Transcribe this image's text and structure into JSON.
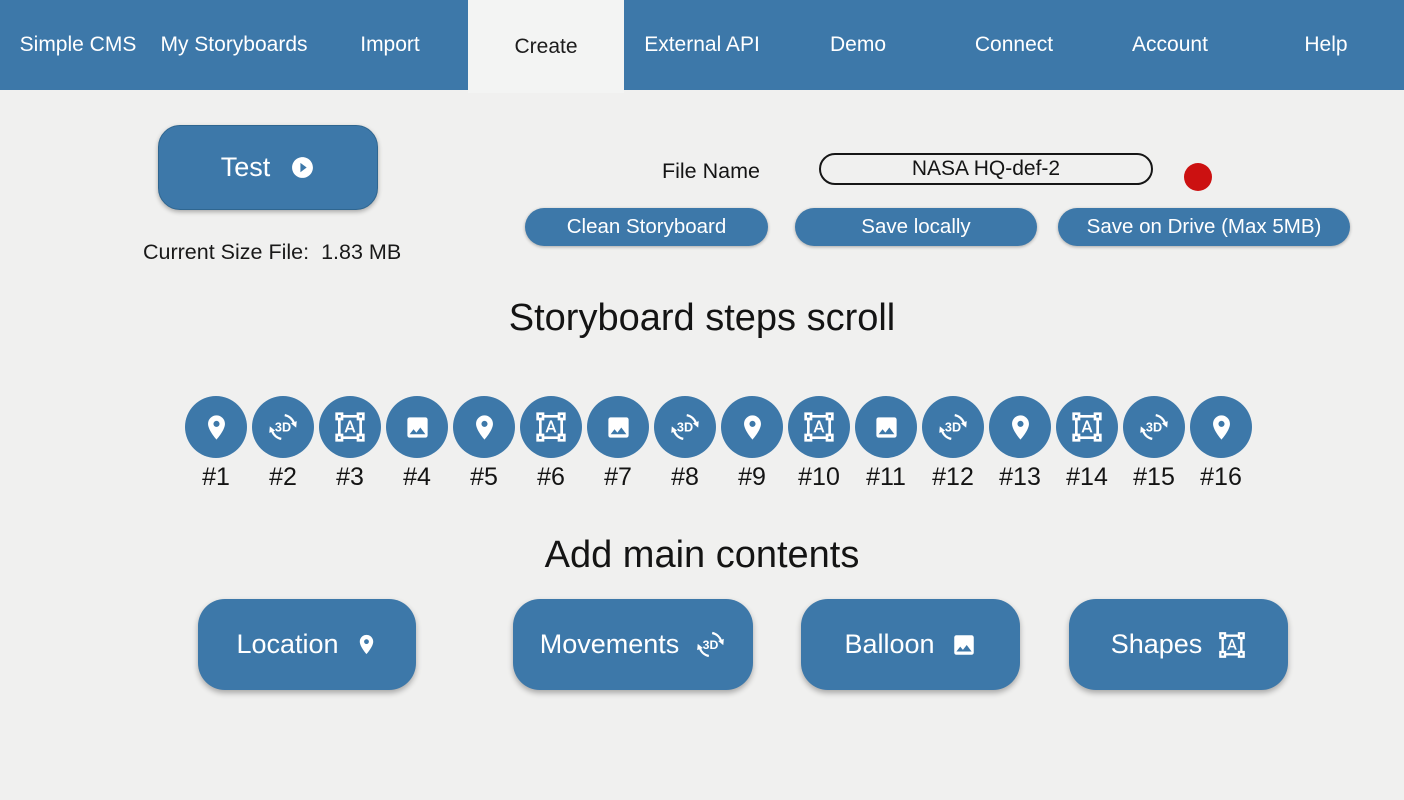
{
  "nav": {
    "items": [
      {
        "label": "Simple CMS",
        "active": false
      },
      {
        "label": "My Storyboards",
        "active": false
      },
      {
        "label": "Import",
        "active": false
      },
      {
        "label": "Create",
        "active": true
      },
      {
        "label": "External API",
        "active": false
      },
      {
        "label": "Demo",
        "active": false
      },
      {
        "label": "Connect",
        "active": false
      },
      {
        "label": "Account",
        "active": false
      },
      {
        "label": "Help",
        "active": false
      }
    ]
  },
  "toolbar": {
    "test_label": "Test",
    "current_size": {
      "label": "Current Size File:",
      "value": "1.83 MB"
    },
    "file_name_label": "File Name",
    "file_name_value": "NASA HQ-def-2",
    "clean_label": "Clean Storyboard",
    "save_locally_label": "Save locally",
    "save_drive_label": "Save on Drive (Max 5MB)"
  },
  "steps_section": {
    "title": "Storyboard steps scroll",
    "steps": [
      {
        "label": "#1",
        "icon": "location-pin"
      },
      {
        "label": "#2",
        "icon": "3d-rotation"
      },
      {
        "label": "#3",
        "icon": "format-shapes"
      },
      {
        "label": "#4",
        "icon": "image"
      },
      {
        "label": "#5",
        "icon": "location-pin"
      },
      {
        "label": "#6",
        "icon": "format-shapes"
      },
      {
        "label": "#7",
        "icon": "image"
      },
      {
        "label": "#8",
        "icon": "3d-rotation"
      },
      {
        "label": "#9",
        "icon": "location-pin"
      },
      {
        "label": "#10",
        "icon": "format-shapes"
      },
      {
        "label": "#11",
        "icon": "image"
      },
      {
        "label": "#12",
        "icon": "3d-rotation"
      },
      {
        "label": "#13",
        "icon": "location-pin"
      },
      {
        "label": "#14",
        "icon": "format-shapes"
      },
      {
        "label": "#15",
        "icon": "3d-rotation"
      },
      {
        "label": "#16",
        "icon": "location-pin"
      }
    ]
  },
  "contents_section": {
    "title": "Add main contents",
    "buttons": [
      {
        "label": "Location",
        "icon": "location-pin"
      },
      {
        "label": "Movements",
        "icon": "3d-rotation"
      },
      {
        "label": "Balloon",
        "icon": "image"
      },
      {
        "label": "Shapes",
        "icon": "format-shapes"
      }
    ]
  },
  "colors": {
    "primary_blue": "#3d78a9",
    "record_red": "#cc1111",
    "active_tab_bg": "#f3f4f3",
    "page_bg": "#f0f0ef"
  }
}
